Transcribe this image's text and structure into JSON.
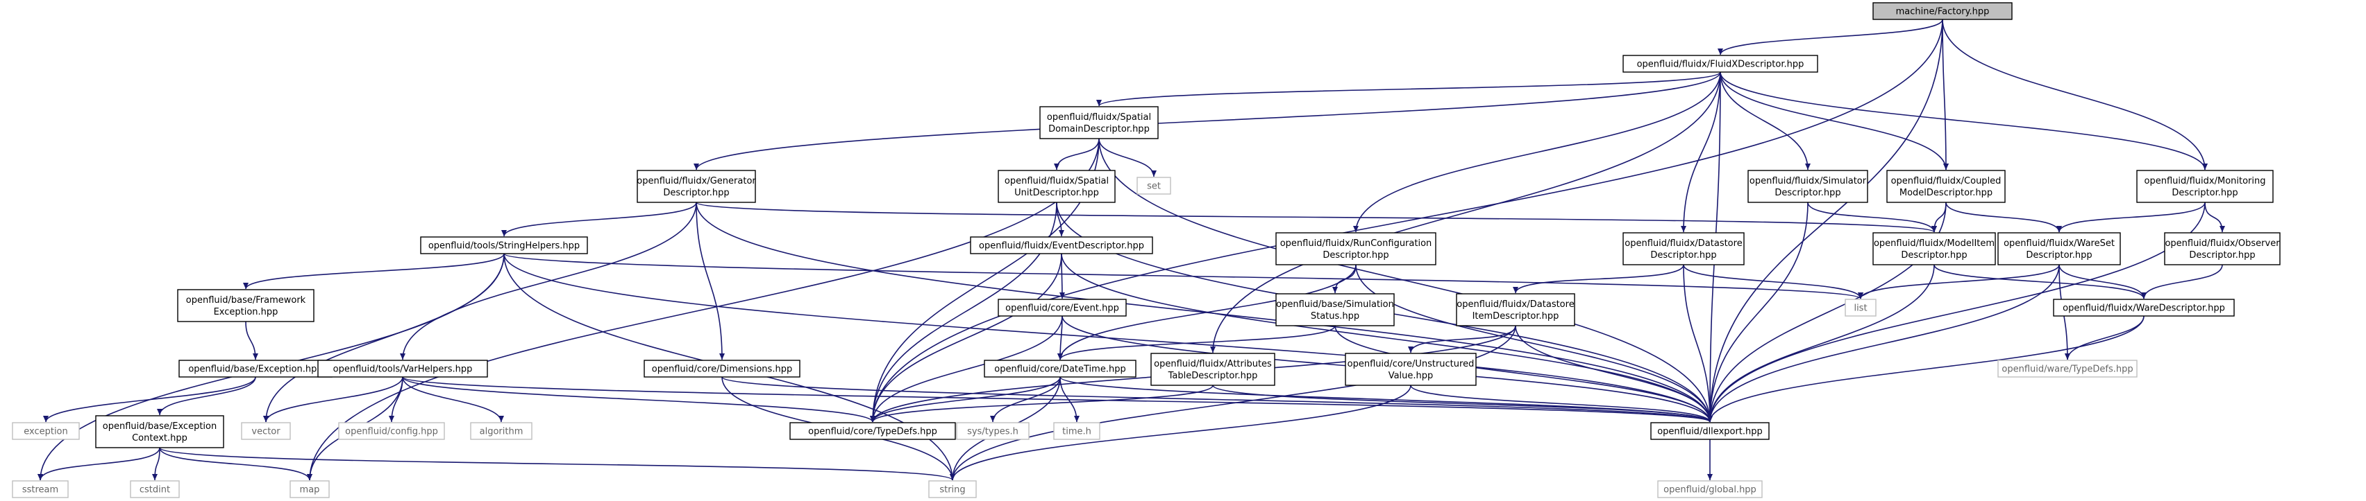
{
  "diagram": {
    "type": "include-dependency-graph",
    "colors": {
      "edge": "#191970",
      "root_fill": "#bfbfbf",
      "node_border": "#000000",
      "system_border": "#bfbfbf",
      "system_text": "#666666",
      "node_fill": "#ffffff"
    },
    "nodes": [
      {
        "id": "factory",
        "kind": "root",
        "lines": [
          "machine/Factory.hpp"
        ]
      },
      {
        "id": "fluidx",
        "kind": "normal",
        "lines": [
          "openfluid/fluidx/FluidXDescriptor.hpp"
        ]
      },
      {
        "id": "spatialdom",
        "kind": "normal",
        "lines": [
          "openfluid/fluidx/Spatial",
          "DomainDescriptor.hpp"
        ]
      },
      {
        "id": "generator",
        "kind": "normal",
        "lines": [
          "openfluid/fluidx/Generator",
          "Descriptor.hpp"
        ]
      },
      {
        "id": "spatialunit",
        "kind": "normal",
        "lines": [
          "openfluid/fluidx/Spatial",
          "UnitDescriptor.hpp"
        ]
      },
      {
        "id": "set",
        "kind": "system",
        "lines": [
          "set"
        ]
      },
      {
        "id": "runconf",
        "kind": "normal",
        "lines": [
          "openfluid/fluidx/RunConfiguration",
          "Descriptor.hpp"
        ]
      },
      {
        "id": "datastore",
        "kind": "normal",
        "lines": [
          "openfluid/fluidx/Datastore",
          "Descriptor.hpp"
        ]
      },
      {
        "id": "simulator",
        "kind": "normal",
        "lines": [
          "openfluid/fluidx/Simulator",
          "Descriptor.hpp"
        ]
      },
      {
        "id": "coupled",
        "kind": "normal",
        "lines": [
          "openfluid/fluidx/Coupled",
          "ModelDescriptor.hpp"
        ]
      },
      {
        "id": "monitoring",
        "kind": "normal",
        "lines": [
          "openfluid/fluidx/Monitoring",
          "Descriptor.hpp"
        ]
      },
      {
        "id": "stringhelpers",
        "kind": "normal",
        "lines": [
          "openfluid/tools/StringHelpers.hpp"
        ]
      },
      {
        "id": "eventdesc",
        "kind": "normal",
        "lines": [
          "openfluid/fluidx/EventDescriptor.hpp"
        ]
      },
      {
        "id": "modelitem",
        "kind": "normal",
        "lines": [
          "openfluid/fluidx/ModelItem",
          "Descriptor.hpp"
        ]
      },
      {
        "id": "wareset",
        "kind": "normal",
        "lines": [
          "openfluid/fluidx/WareSet",
          "Descriptor.hpp"
        ]
      },
      {
        "id": "observer",
        "kind": "normal",
        "lines": [
          "openfluid/fluidx/Observer",
          "Descriptor.hpp"
        ]
      },
      {
        "id": "frameworkexc",
        "kind": "normal",
        "lines": [
          "openfluid/base/Framework",
          "Exception.hpp"
        ]
      },
      {
        "id": "event",
        "kind": "normal",
        "lines": [
          "openfluid/core/Event.hpp"
        ]
      },
      {
        "id": "simstatus",
        "kind": "normal",
        "lines": [
          "openfluid/base/Simulation",
          "Status.hpp"
        ]
      },
      {
        "id": "dsitem",
        "kind": "normal",
        "lines": [
          "openfluid/fluidx/Datastore",
          "ItemDescriptor.hpp"
        ]
      },
      {
        "id": "list",
        "kind": "system",
        "lines": [
          "list"
        ]
      },
      {
        "id": "waredesc",
        "kind": "normal",
        "lines": [
          "openfluid/fluidx/WareDescriptor.hpp"
        ]
      },
      {
        "id": "exception",
        "kind": "normal",
        "lines": [
          "openfluid/base/Exception.hpp"
        ]
      },
      {
        "id": "varhelpers",
        "kind": "normal",
        "lines": [
          "openfluid/tools/VarHelpers.hpp"
        ]
      },
      {
        "id": "dimensions",
        "kind": "normal",
        "lines": [
          "openfluid/core/Dimensions.hpp"
        ]
      },
      {
        "id": "datetime",
        "kind": "normal",
        "lines": [
          "openfluid/core/DateTime.hpp"
        ]
      },
      {
        "id": "attributes",
        "kind": "normal",
        "lines": [
          "openfluid/fluidx/Attributes",
          "TableDescriptor.hpp"
        ]
      },
      {
        "id": "unstructured",
        "kind": "normal",
        "lines": [
          "openfluid/core/Unstructured",
          "Value.hpp"
        ]
      },
      {
        "id": "waretypedefs",
        "kind": "system",
        "lines": [
          "openfluid/ware/TypeDefs.hpp"
        ]
      },
      {
        "id": "exceptionstd",
        "kind": "system",
        "lines": [
          "exception"
        ]
      },
      {
        "id": "excontext",
        "kind": "normal",
        "lines": [
          "openfluid/base/Exception",
          "Context.hpp"
        ]
      },
      {
        "id": "vector",
        "kind": "system",
        "lines": [
          "vector"
        ]
      },
      {
        "id": "config",
        "kind": "system",
        "lines": [
          "openfluid/config.hpp"
        ]
      },
      {
        "id": "algorithm",
        "kind": "system",
        "lines": [
          "algorithm"
        ]
      },
      {
        "id": "coretypedefs",
        "kind": "normal",
        "lines": [
          "openfluid/core/TypeDefs.hpp"
        ]
      },
      {
        "id": "systypes",
        "kind": "system",
        "lines": [
          "sys/types.h"
        ]
      },
      {
        "id": "timeh",
        "kind": "system",
        "lines": [
          "time.h"
        ]
      },
      {
        "id": "dllexport",
        "kind": "normal",
        "lines": [
          "openfluid/dllexport.hpp"
        ]
      },
      {
        "id": "sstream",
        "kind": "system",
        "lines": [
          "sstream"
        ]
      },
      {
        "id": "cstdint",
        "kind": "system",
        "lines": [
          "cstdint"
        ]
      },
      {
        "id": "map",
        "kind": "system",
        "lines": [
          "map"
        ]
      },
      {
        "id": "string",
        "kind": "system",
        "lines": [
          "string"
        ]
      },
      {
        "id": "global",
        "kind": "system",
        "lines": [
          "openfluid/global.hpp"
        ]
      }
    ],
    "edges": [
      [
        "factory",
        "fluidx"
      ],
      [
        "factory",
        "coupled"
      ],
      [
        "factory",
        "monitoring"
      ],
      [
        "factory",
        "coretypedefs"
      ],
      [
        "factory",
        "dllexport"
      ],
      [
        "fluidx",
        "spatialdom"
      ],
      [
        "fluidx",
        "generator"
      ],
      [
        "fluidx",
        "runconf"
      ],
      [
        "fluidx",
        "datastore"
      ],
      [
        "fluidx",
        "simulator"
      ],
      [
        "fluidx",
        "coupled"
      ],
      [
        "fluidx",
        "monitoring"
      ],
      [
        "fluidx",
        "attributes"
      ],
      [
        "fluidx",
        "dllexport"
      ],
      [
        "spatialdom",
        "spatialunit"
      ],
      [
        "spatialdom",
        "set"
      ],
      [
        "spatialdom",
        "map"
      ],
      [
        "spatialdom",
        "coretypedefs"
      ],
      [
        "spatialdom",
        "dllexport"
      ],
      [
        "generator",
        "stringhelpers"
      ],
      [
        "generator",
        "dimensions"
      ],
      [
        "generator",
        "varhelpers"
      ],
      [
        "generator",
        "modelitem"
      ],
      [
        "generator",
        "dllexport"
      ],
      [
        "spatialunit",
        "eventdesc"
      ],
      [
        "spatialunit",
        "coretypedefs"
      ],
      [
        "spatialunit",
        "dllexport"
      ],
      [
        "runconf",
        "simstatus"
      ],
      [
        "runconf",
        "datetime"
      ],
      [
        "runconf",
        "dllexport"
      ],
      [
        "datastore",
        "dsitem"
      ],
      [
        "datastore",
        "list"
      ],
      [
        "datastore",
        "dllexport"
      ],
      [
        "simulator",
        "modelitem"
      ],
      [
        "simulator",
        "dllexport"
      ],
      [
        "coupled",
        "modelitem"
      ],
      [
        "coupled",
        "wareset"
      ],
      [
        "coupled",
        "dllexport"
      ],
      [
        "monitoring",
        "wareset"
      ],
      [
        "monitoring",
        "observer"
      ],
      [
        "monitoring",
        "dllexport"
      ],
      [
        "stringhelpers",
        "frameworkexc"
      ],
      [
        "stringhelpers",
        "vector"
      ],
      [
        "stringhelpers",
        "sstream"
      ],
      [
        "stringhelpers",
        "string"
      ],
      [
        "stringhelpers",
        "list"
      ],
      [
        "stringhelpers",
        "dllexport"
      ],
      [
        "eventdesc",
        "event"
      ],
      [
        "eventdesc",
        "coretypedefs"
      ],
      [
        "eventdesc",
        "dllexport"
      ],
      [
        "modelitem",
        "waredesc"
      ],
      [
        "modelitem",
        "dllexport"
      ],
      [
        "wareset",
        "list"
      ],
      [
        "wareset",
        "waredesc"
      ],
      [
        "wareset",
        "waretypedefs"
      ],
      [
        "wareset",
        "dllexport"
      ],
      [
        "observer",
        "waredesc"
      ],
      [
        "frameworkexc",
        "exception"
      ],
      [
        "event",
        "datetime"
      ],
      [
        "event",
        "coretypedefs"
      ],
      [
        "event",
        "dllexport"
      ],
      [
        "simstatus",
        "datetime"
      ],
      [
        "simstatus",
        "dllexport"
      ],
      [
        "dsitem",
        "coretypedefs"
      ],
      [
        "dsitem",
        "unstructured"
      ],
      [
        "dsitem",
        "string"
      ],
      [
        "dsitem",
        "dllexport"
      ],
      [
        "waredesc",
        "waretypedefs"
      ],
      [
        "waredesc",
        "dllexport"
      ],
      [
        "exception",
        "exceptionstd"
      ],
      [
        "exception",
        "excontext"
      ],
      [
        "varhelpers",
        "vector"
      ],
      [
        "varhelpers",
        "config"
      ],
      [
        "varhelpers",
        "algorithm"
      ],
      [
        "varhelpers",
        "map"
      ],
      [
        "varhelpers",
        "coretypedefs"
      ],
      [
        "varhelpers",
        "dllexport"
      ],
      [
        "dimensions",
        "string"
      ],
      [
        "dimensions",
        "dllexport"
      ],
      [
        "datetime",
        "coretypedefs"
      ],
      [
        "datetime",
        "systypes"
      ],
      [
        "datetime",
        "timeh"
      ],
      [
        "datetime",
        "string"
      ],
      [
        "datetime",
        "dllexport"
      ],
      [
        "attributes",
        "coretypedefs"
      ],
      [
        "attributes",
        "dllexport"
      ],
      [
        "unstructured",
        "string"
      ],
      [
        "unstructured",
        "dllexport"
      ],
      [
        "excontext",
        "sstream"
      ],
      [
        "excontext",
        "cstdint"
      ],
      [
        "excontext",
        "map"
      ],
      [
        "excontext",
        "string"
      ],
      [
        "dllexport",
        "global"
      ]
    ]
  }
}
